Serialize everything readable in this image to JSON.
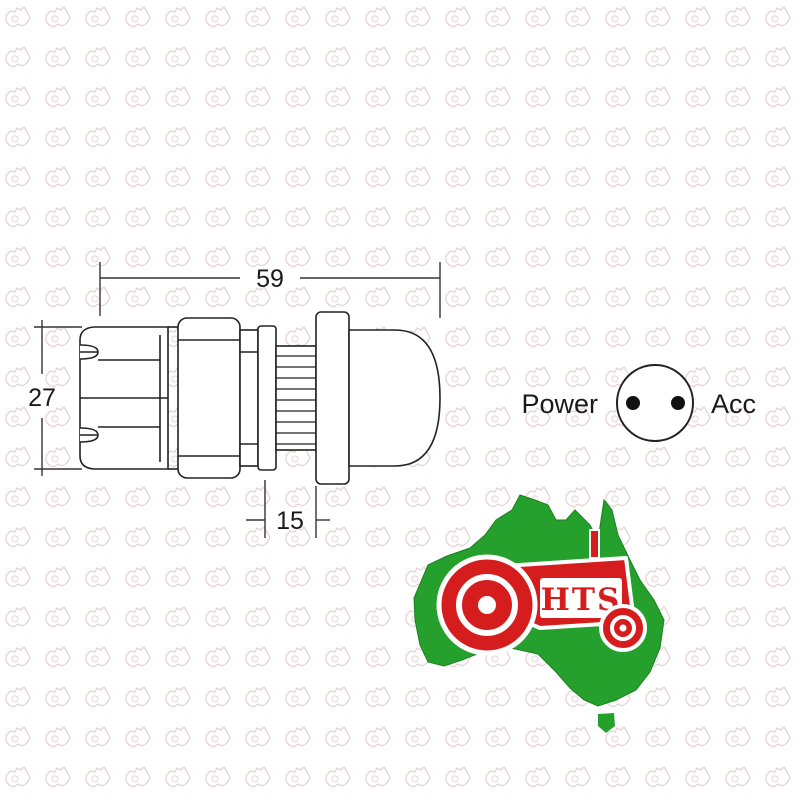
{
  "dimensions": {
    "overall_length": "59",
    "height": "27",
    "thread_length": "15"
  },
  "pinout": {
    "left_label": "Power",
    "right_label": "Acc"
  },
  "logo": {
    "text": "HTS",
    "map_color": "#26a02d",
    "tractor_color": "#d51d1d",
    "watermark_color": "#e6cfcf"
  },
  "colors": {
    "line": "#222222",
    "background": "#ffffff"
  }
}
